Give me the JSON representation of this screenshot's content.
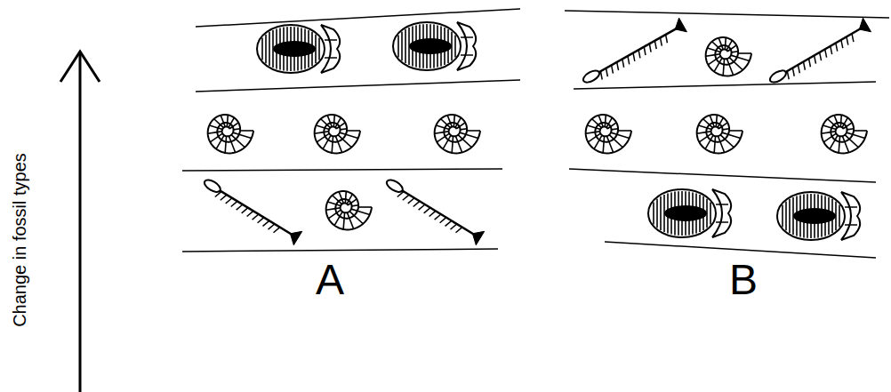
{
  "diagram": {
    "labels": [
      "Change in fossil types",
      "A",
      "B"
    ]
  }
}
